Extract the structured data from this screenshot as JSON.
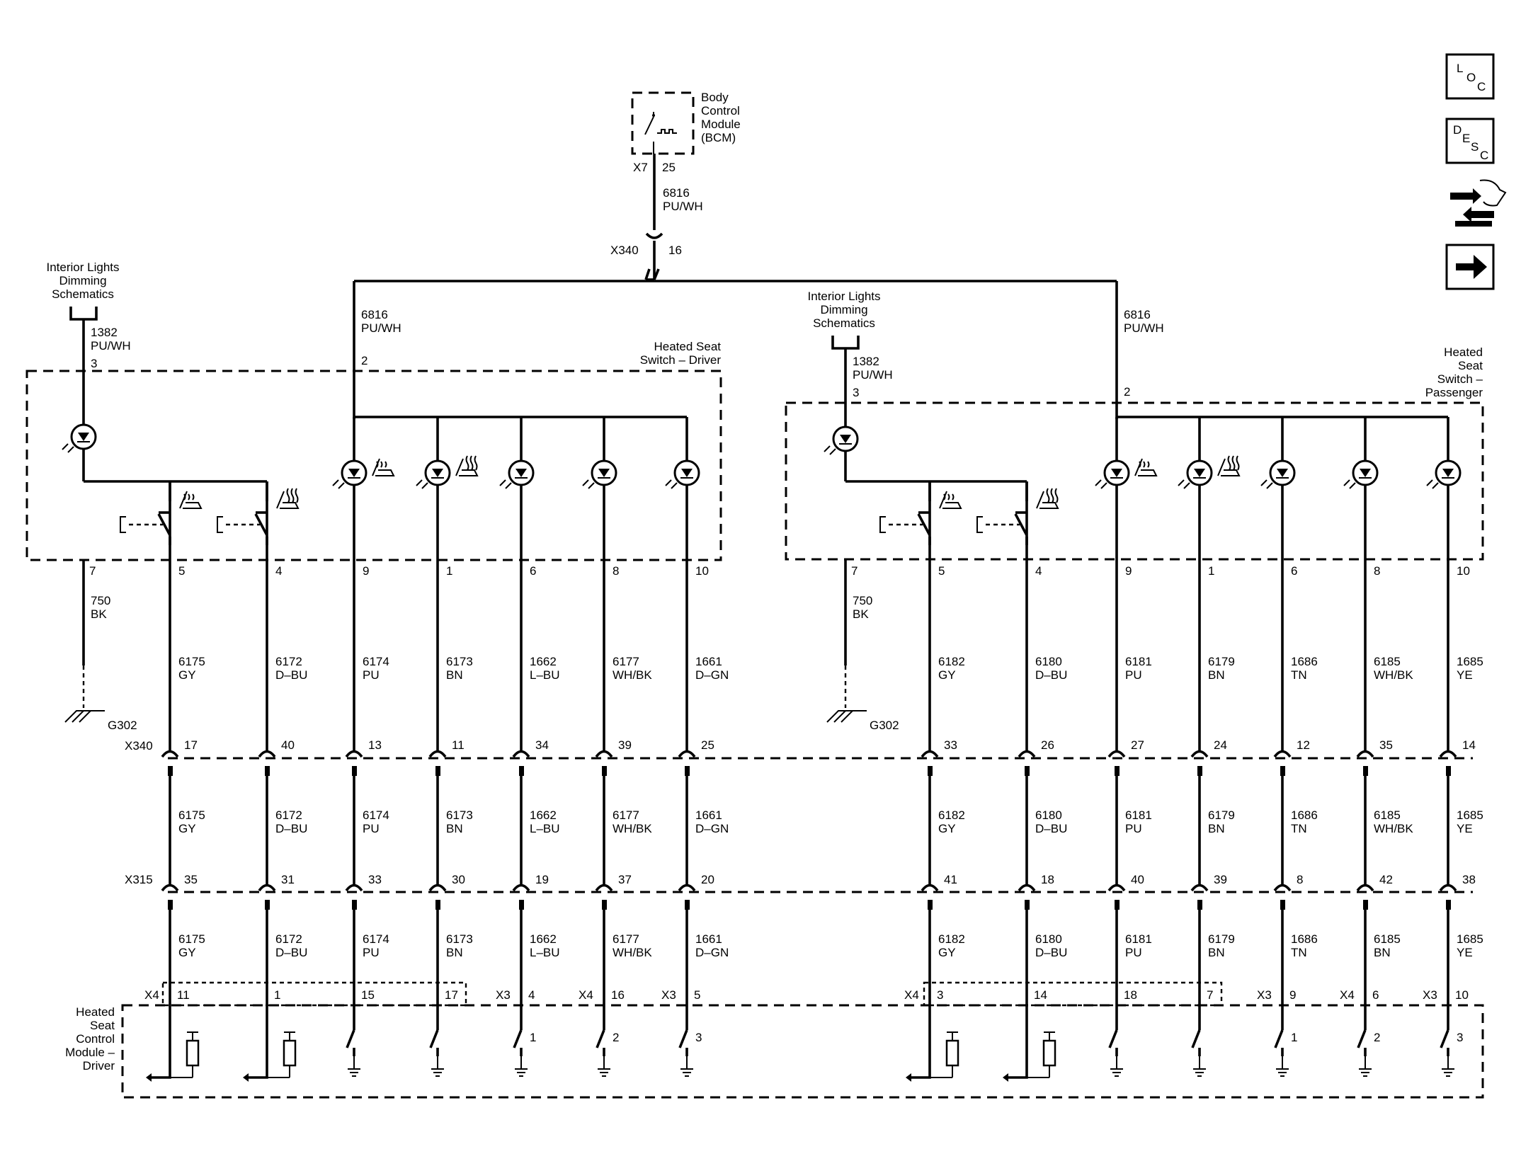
{
  "bcm": {
    "lines": [
      "Body",
      "Control",
      "Module",
      "(BCM)"
    ],
    "conn": "X7",
    "pin": "25"
  },
  "feed": {
    "circuit": "6816",
    "color": "PU/WH",
    "splice_conn": "X340",
    "splice_pin": "16"
  },
  "dim": {
    "lines": [
      "Interior Lights",
      "Dimming",
      "Schematics"
    ],
    "circuit": "1382",
    "color": "PU/WH"
  },
  "ground": {
    "label": "G302"
  },
  "switch_driver": {
    "lines": [
      "Heated Seat",
      "Switch – Driver"
    ]
  },
  "switch_passenger": {
    "lines": [
      "Heated",
      "Seat",
      "Switch –",
      "Passenger"
    ]
  },
  "module": {
    "lines": [
      "Heated",
      "Seat",
      "Control",
      "Module –",
      "Driver"
    ]
  },
  "inline_connectors": [
    "X340",
    "X315"
  ],
  "nav": {
    "loc": [
      "L",
      "O",
      "C"
    ],
    "desc": [
      "D",
      "E",
      "S",
      "C"
    ],
    "icons": [
      "connector-icon",
      "arrow-right-icon"
    ]
  },
  "driver": {
    "dim_pin": "3",
    "feed_pin": "2",
    "gnd_pin": "7",
    "gnd_circuit": "750",
    "gnd_color": "BK",
    "wires": [
      {
        "sw_pin": "5",
        "circuit": "6175",
        "color": "GY",
        "x340": "17",
        "x315": "35",
        "circuit3": "6175",
        "color3": "GY",
        "conn": "X4",
        "mod_pin": "11",
        "term": "heater",
        "num": ""
      },
      {
        "sw_pin": "4",
        "circuit": "6172",
        "color": "D–BU",
        "x340": "40",
        "x315": "31",
        "circuit3": "6172",
        "color3": "D–BU",
        "conn": "",
        "mod_pin": "1",
        "term": "heater",
        "num": ""
      },
      {
        "sw_pin": "9",
        "circuit": "6174",
        "color": "PU",
        "x340": "13",
        "x315": "33",
        "circuit3": "6174",
        "color3": "PU",
        "conn": "",
        "mod_pin": "15",
        "term": "gnd",
        "num": ""
      },
      {
        "sw_pin": "1",
        "circuit": "6173",
        "color": "BN",
        "x340": "11",
        "x315": "30",
        "circuit3": "6173",
        "color3": "BN",
        "conn": "",
        "mod_pin": "17",
        "term": "gnd",
        "num": ""
      },
      {
        "sw_pin": "6",
        "circuit": "1662",
        "color": "L–BU",
        "x340": "34",
        "x315": "19",
        "circuit3": "1662",
        "color3": "L–BU",
        "conn": "X3",
        "mod_pin": "4",
        "term": "gnd",
        "num": "1"
      },
      {
        "sw_pin": "8",
        "circuit": "6177",
        "color": "WH/BK",
        "x340": "39",
        "x315": "37",
        "circuit3": "6177",
        "color3": "WH/BK",
        "conn": "X4",
        "mod_pin": "16",
        "term": "gnd",
        "num": "2"
      },
      {
        "sw_pin": "10",
        "circuit": "1661",
        "color": "D–GN",
        "x340": "25",
        "x315": "20",
        "circuit3": "1661",
        "color3": "D–GN",
        "conn": "X3",
        "mod_pin": "5",
        "term": "gnd",
        "num": "3"
      }
    ]
  },
  "passenger": {
    "dim_pin": "3",
    "feed_pin": "2",
    "gnd_pin": "7",
    "gnd_circuit": "750",
    "gnd_color": "BK",
    "wires": [
      {
        "sw_pin": "5",
        "circuit": "6182",
        "color": "GY",
        "x340": "33",
        "x315": "41",
        "circuit3": "6182",
        "color3": "GY",
        "conn": "X4",
        "mod_pin": "3",
        "term": "heater",
        "num": ""
      },
      {
        "sw_pin": "4",
        "circuit": "6180",
        "color": "D–BU",
        "x340": "26",
        "x315": "18",
        "circuit3": "6180",
        "color3": "D–BU",
        "conn": "",
        "mod_pin": "14",
        "term": "heater",
        "num": ""
      },
      {
        "sw_pin": "9",
        "circuit": "6181",
        "color": "PU",
        "x340": "27",
        "x315": "40",
        "circuit3": "6181",
        "color3": "PU",
        "conn": "",
        "mod_pin": "18",
        "term": "gnd",
        "num": ""
      },
      {
        "sw_pin": "1",
        "circuit": "6179",
        "color": "BN",
        "x340": "24",
        "x315": "39",
        "circuit3": "6179",
        "color3": "BN",
        "conn": "",
        "mod_pin": "7",
        "term": "gnd",
        "num": ""
      },
      {
        "sw_pin": "6",
        "circuit": "1686",
        "color": "TN",
        "x340": "12",
        "x315": "8",
        "circuit3": "1686",
        "color3": "TN",
        "conn": "X3",
        "mod_pin": "9",
        "term": "gnd",
        "num": "1"
      },
      {
        "sw_pin": "8",
        "circuit": "6185",
        "color": "WH/BK",
        "x340": "35",
        "x315": "42",
        "circuit3": "6185",
        "color3": "BN",
        "conn": "X4",
        "mod_pin": "6",
        "term": "gnd",
        "num": "2"
      },
      {
        "sw_pin": "10",
        "circuit": "1685",
        "color": "YE",
        "x340": "14",
        "x315": "38",
        "circuit3": "1685",
        "color3": "YE",
        "conn": "X3",
        "mod_pin": "10",
        "term": "gnd",
        "num": "3"
      }
    ]
  }
}
